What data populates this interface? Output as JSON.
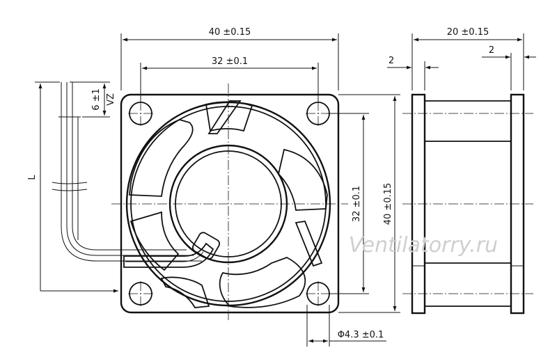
{
  "dimensions": {
    "frame_width": "40 ±0.15",
    "hole_spacing_top": "32 ±0.1",
    "depth": "20 ±0.15",
    "flange_left": "2",
    "flange_right": "2",
    "lead_strip": "6 ±1",
    "lead_tin": "VZ",
    "hole_spacing_side": "32 ±0.1",
    "frame_height": "40 ±0.15",
    "lead_length": "L",
    "hole_diameter": "Φ4.3 ±0.1"
  },
  "watermark": "Ventilatorry.ru"
}
